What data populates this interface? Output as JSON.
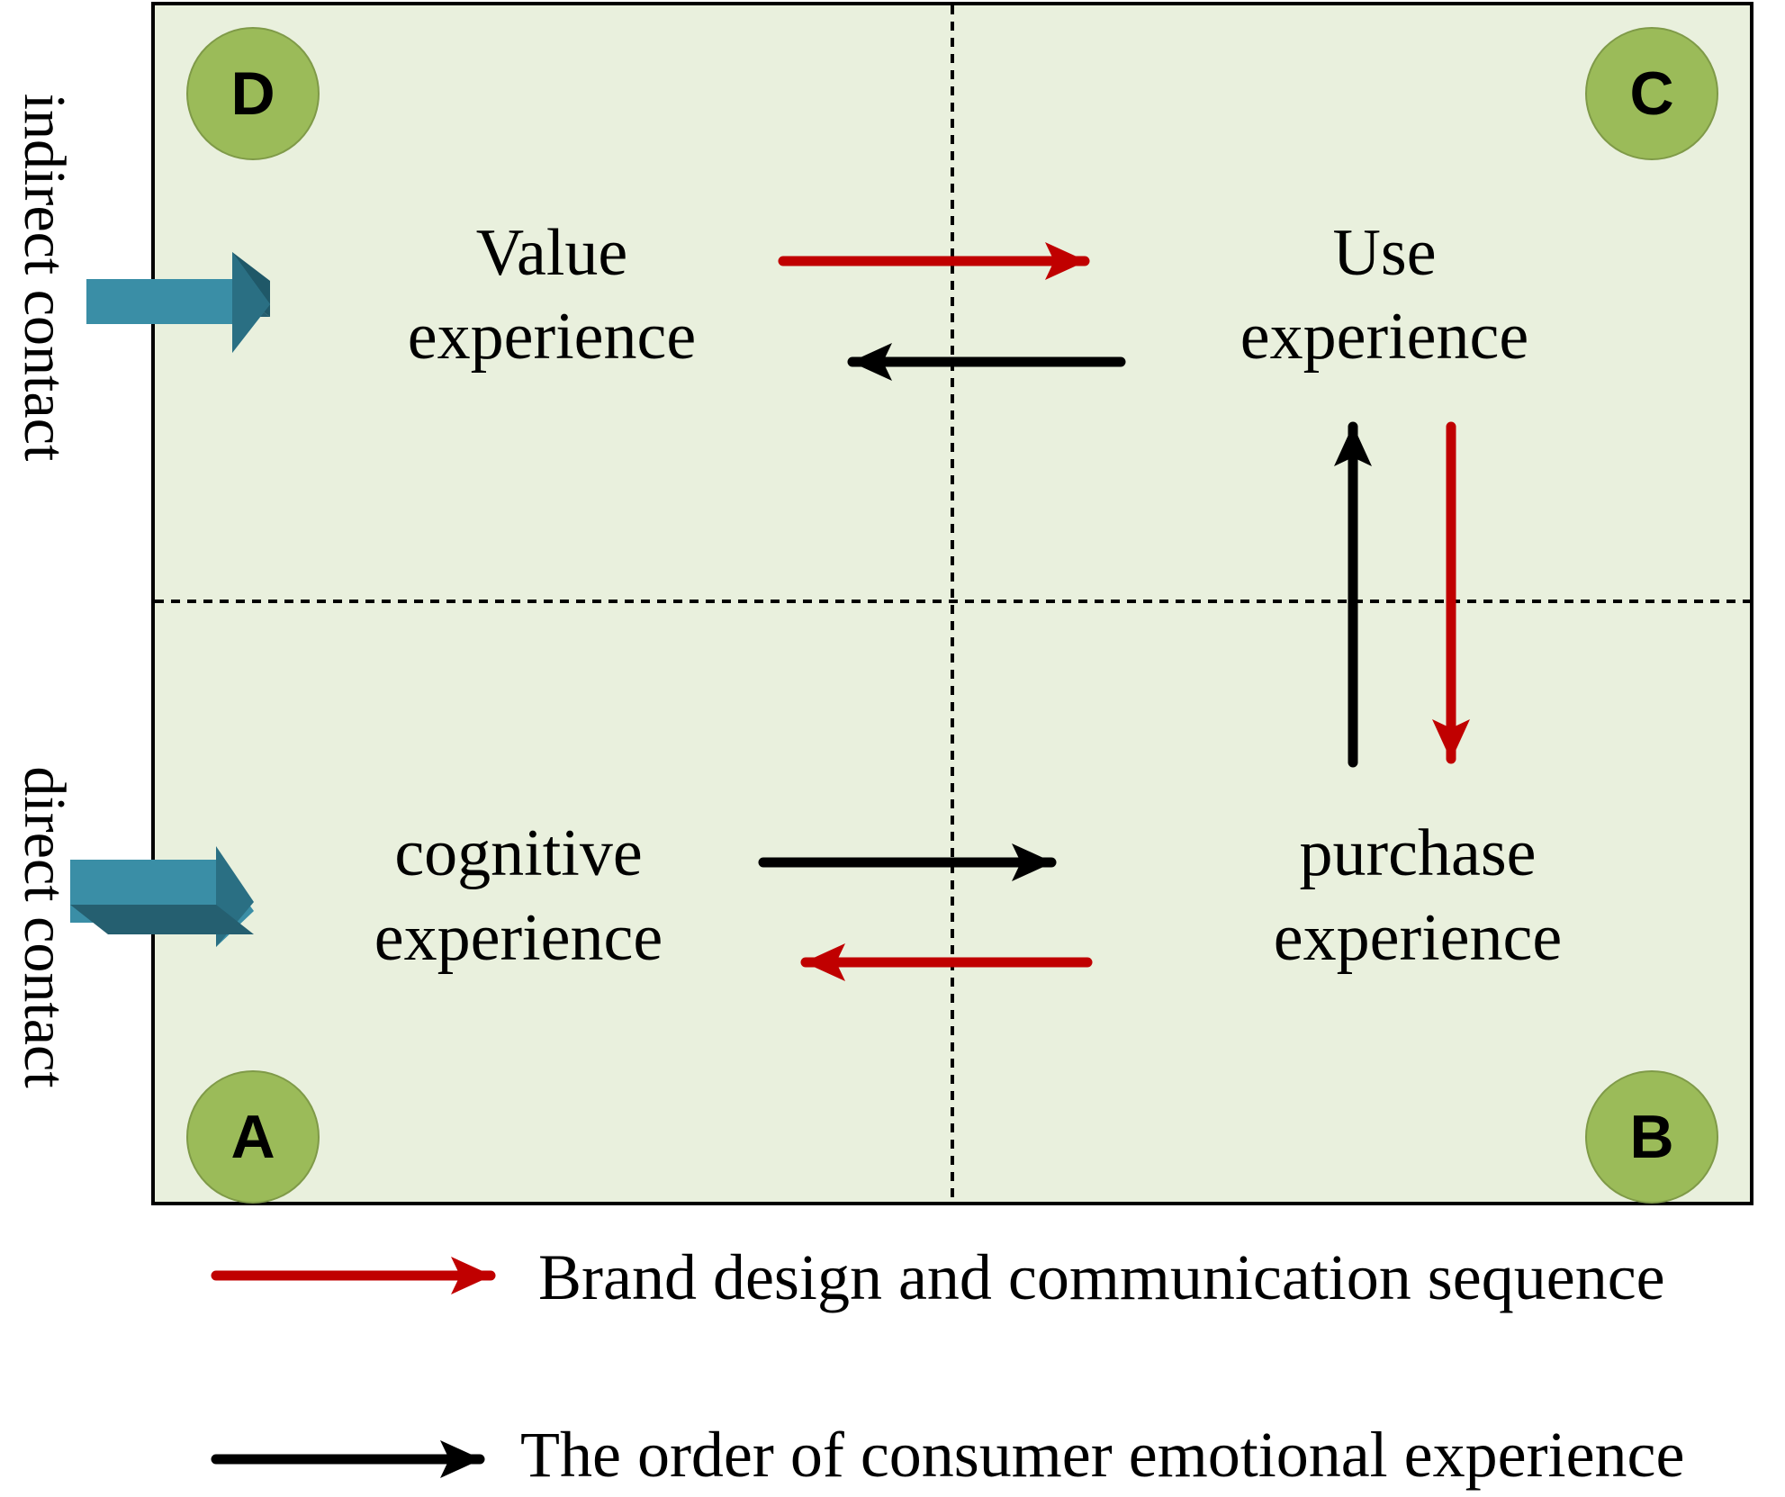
{
  "colors": {
    "panel_fill": "#e9f0dd",
    "panel_border": "#000000",
    "corner_circle": "#9bbb59",
    "brand_arrow": "#c00000",
    "consumer_arrow": "#000000",
    "entry_arrow_top": "#3a8ea6",
    "entry_arrow_side": "#1f5868"
  },
  "corners": {
    "a": "A",
    "b": "B",
    "c": "C",
    "d": "D"
  },
  "quadrants": {
    "value": {
      "line1": "Value",
      "line2": "experience"
    },
    "use": {
      "line1": "Use",
      "line2": "experience"
    },
    "cognitive": {
      "line1": "cognitive",
      "line2": "experience"
    },
    "purchase": {
      "line1": "purchase",
      "line2": "experience"
    }
  },
  "side_labels": {
    "indirect": "indirect contact",
    "direct": "direct contact"
  },
  "legend": {
    "brand": "Brand design and communication sequence",
    "consumer": "The order of consumer emotional experience"
  }
}
